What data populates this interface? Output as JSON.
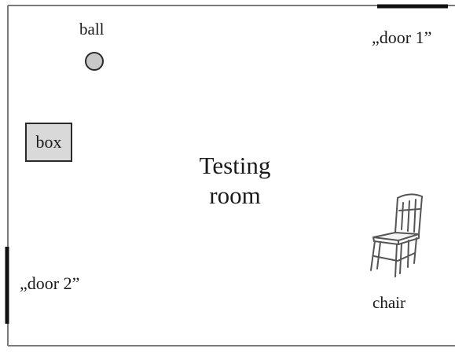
{
  "room": {
    "title_line1": "Testing",
    "title_line2": "room"
  },
  "objects": {
    "ball": "ball",
    "box": "box",
    "chair": "chair"
  },
  "doors": {
    "door1": "„door 1”",
    "door2": "„door 2”"
  },
  "colors": {
    "wall": "#7a7a7a",
    "door": "#111111",
    "ball_fill": "#c8c8c8",
    "box_fill": "#d9d9d9",
    "outline": "#2a2a2a"
  }
}
